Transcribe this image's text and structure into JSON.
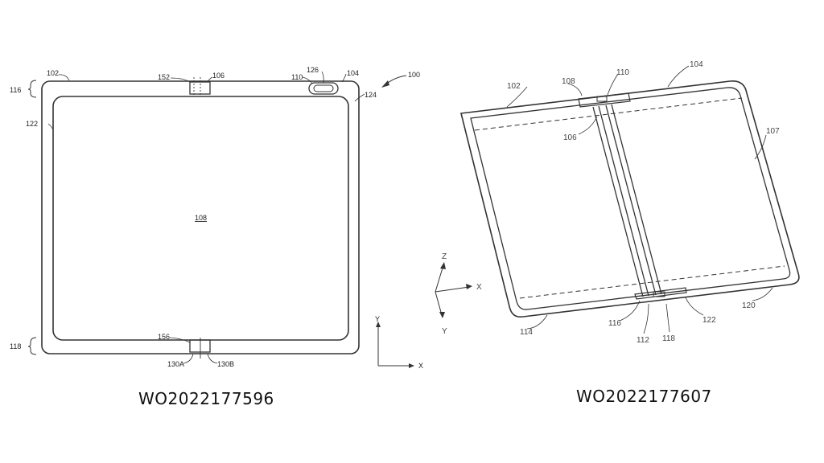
{
  "left_figure": {
    "publication": "WO2022177596",
    "labels": {
      "device": "100",
      "left_edge": "102",
      "right_edge": "104",
      "hinge_top": "106",
      "display": "108",
      "camera": "110",
      "top_bracket": "116",
      "bottom_bracket": "118",
      "bezel": "122",
      "corner": "124",
      "camera_housing": "126",
      "hinge_top_label": "152",
      "hinge_bottom_label": "156",
      "hinge_bottom_a": "130A",
      "hinge_bottom_b": "130B"
    },
    "axes": {
      "y": "Y",
      "x": "X"
    }
  },
  "right_figure": {
    "publication": "WO2022177607",
    "labels": {
      "left_panel": "102",
      "right_panel": "104",
      "hinge_top": "106",
      "right_edge": "107",
      "hinge_cap": "108",
      "hinge_cap_r": "110",
      "hinge_bottom": "112",
      "left_bottom": "114",
      "hinge_b1": "116",
      "hinge_b2": "118",
      "right_bottom": "120",
      "hinge_b3": "122"
    },
    "axes": {
      "z": "Z",
      "x": "X",
      "y": "Y"
    }
  }
}
